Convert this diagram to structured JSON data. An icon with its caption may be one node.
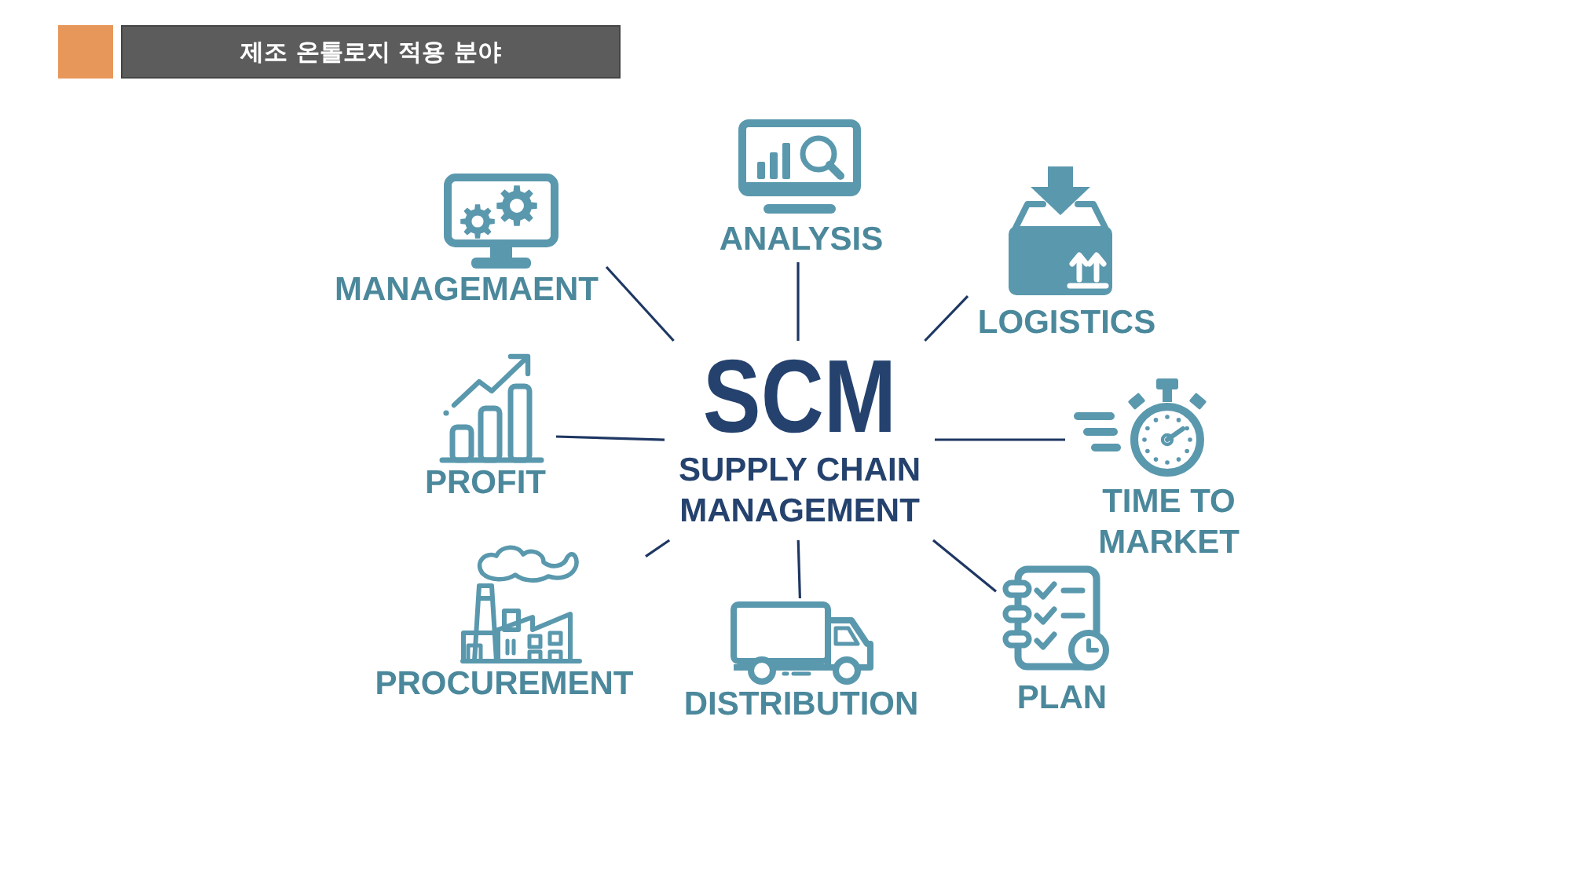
{
  "diagram": {
    "title": "제조 온톨로지 적용 분야",
    "nodes": [
      {
        "text": [
          "MANAGEMAENT"
        ]
      },
      {
        "text": [
          "ANALYSIS"
        ]
      },
      {
        "text": [
          "LOGISTICS"
        ]
      },
      {
        "text": [
          "PROFIT"
        ]
      },
      {
        "text": [
          "SCM",
          "SUPPLY CHAIN MANAGEMENT"
        ]
      },
      {
        "text": [
          "TIME TO MARKET"
        ]
      },
      {
        "text": [
          "PROCUREMENT"
        ]
      },
      {
        "text": [
          "DISTRIBUTION"
        ]
      },
      {
        "text": [
          "PLAN"
        ]
      }
    ],
    "edges": [
      {
        "from": 4,
        "to": 0,
        "arrow": "none"
      },
      {
        "from": 4,
        "to": 1,
        "arrow": "none"
      },
      {
        "from": 4,
        "to": 2,
        "arrow": "none"
      },
      {
        "from": 4,
        "to": 3,
        "arrow": "none"
      },
      {
        "from": 4,
        "to": 5,
        "arrow": "none"
      },
      {
        "from": 4,
        "to": 6,
        "arrow": "none"
      },
      {
        "from": 4,
        "to": 7,
        "arrow": "none"
      },
      {
        "from": 4,
        "to": 8,
        "arrow": "none"
      }
    ]
  }
}
